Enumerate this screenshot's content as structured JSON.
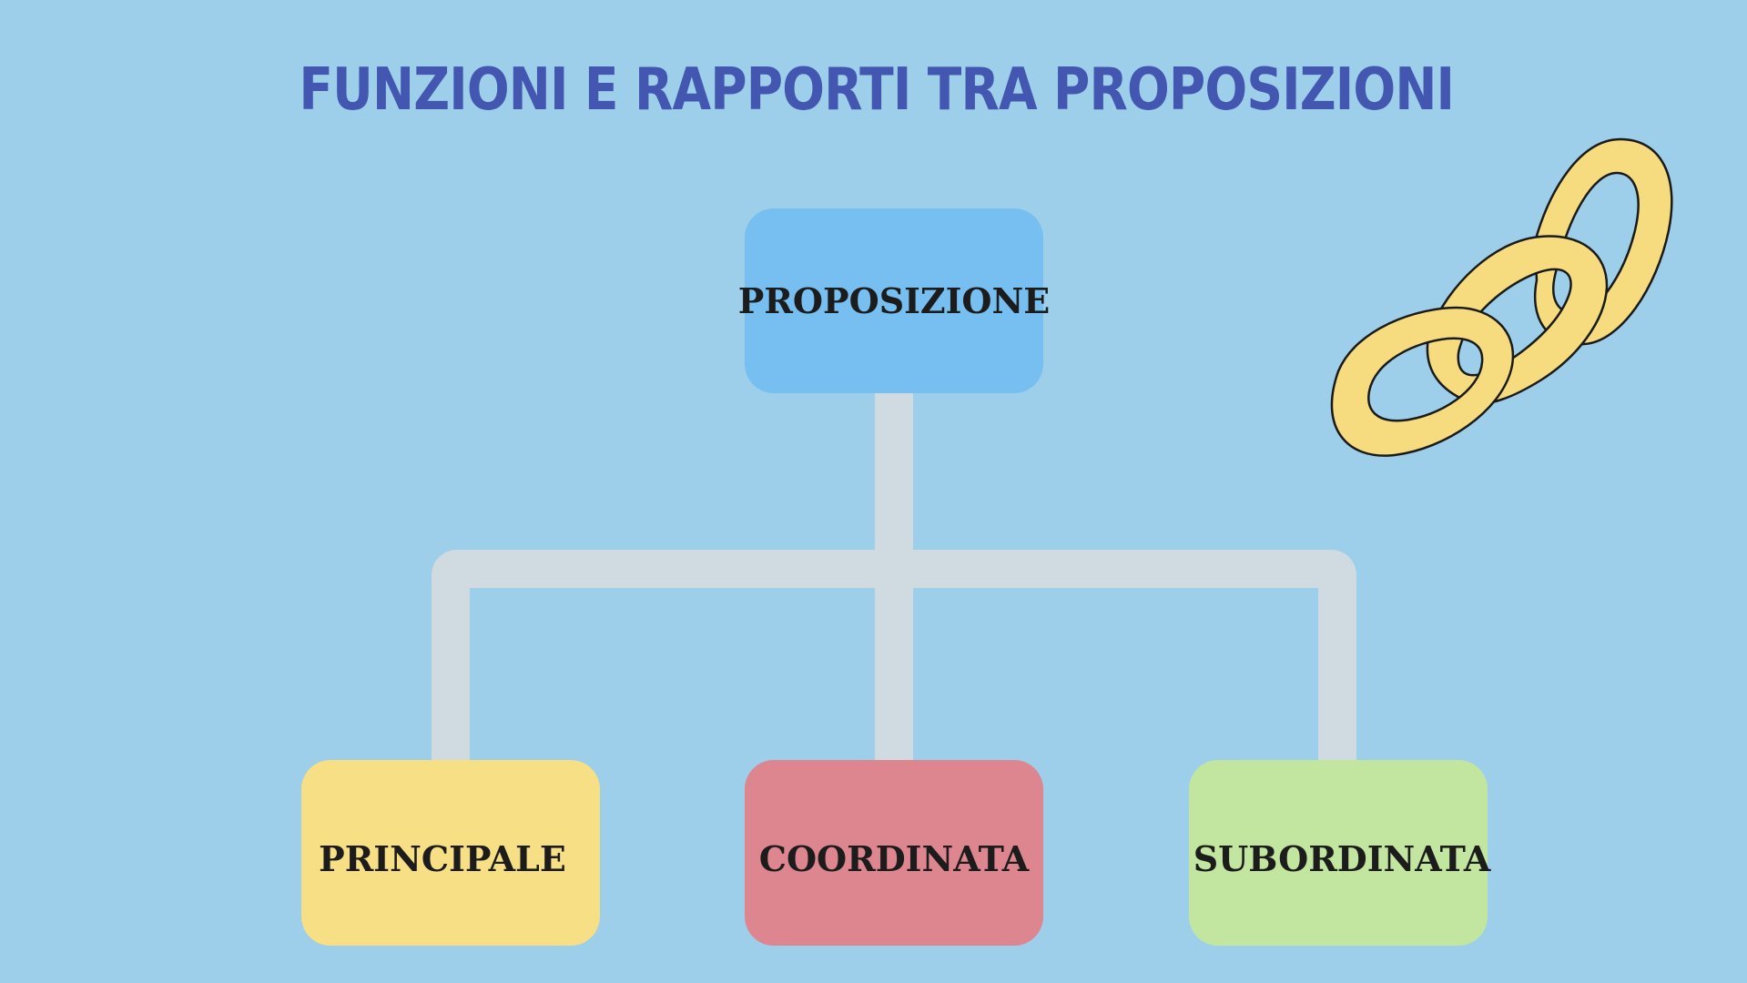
{
  "colors": {
    "background": "#9dcfea",
    "title": "#4357b1",
    "connector": "#d0dbe1",
    "root_box": "#76bff0",
    "principale_box": "#f6df84",
    "coordinata_box": "#dd8690",
    "subordinata_box": "#c2e6a0",
    "chain_fill": "#f7dc7f",
    "chain_stroke": "#1a1a1a"
  },
  "title": "FUNZIONI E RAPPORTI TRA PROPOSIZIONI",
  "diagram": {
    "root": {
      "label": "PROPOSIZIONE"
    },
    "children": [
      {
        "label": "PRINCIPALE"
      },
      {
        "label": "COORDINATA"
      },
      {
        "label": "SUBORDINATA"
      }
    ]
  },
  "decoration": {
    "icon": "chain-link-icon"
  }
}
